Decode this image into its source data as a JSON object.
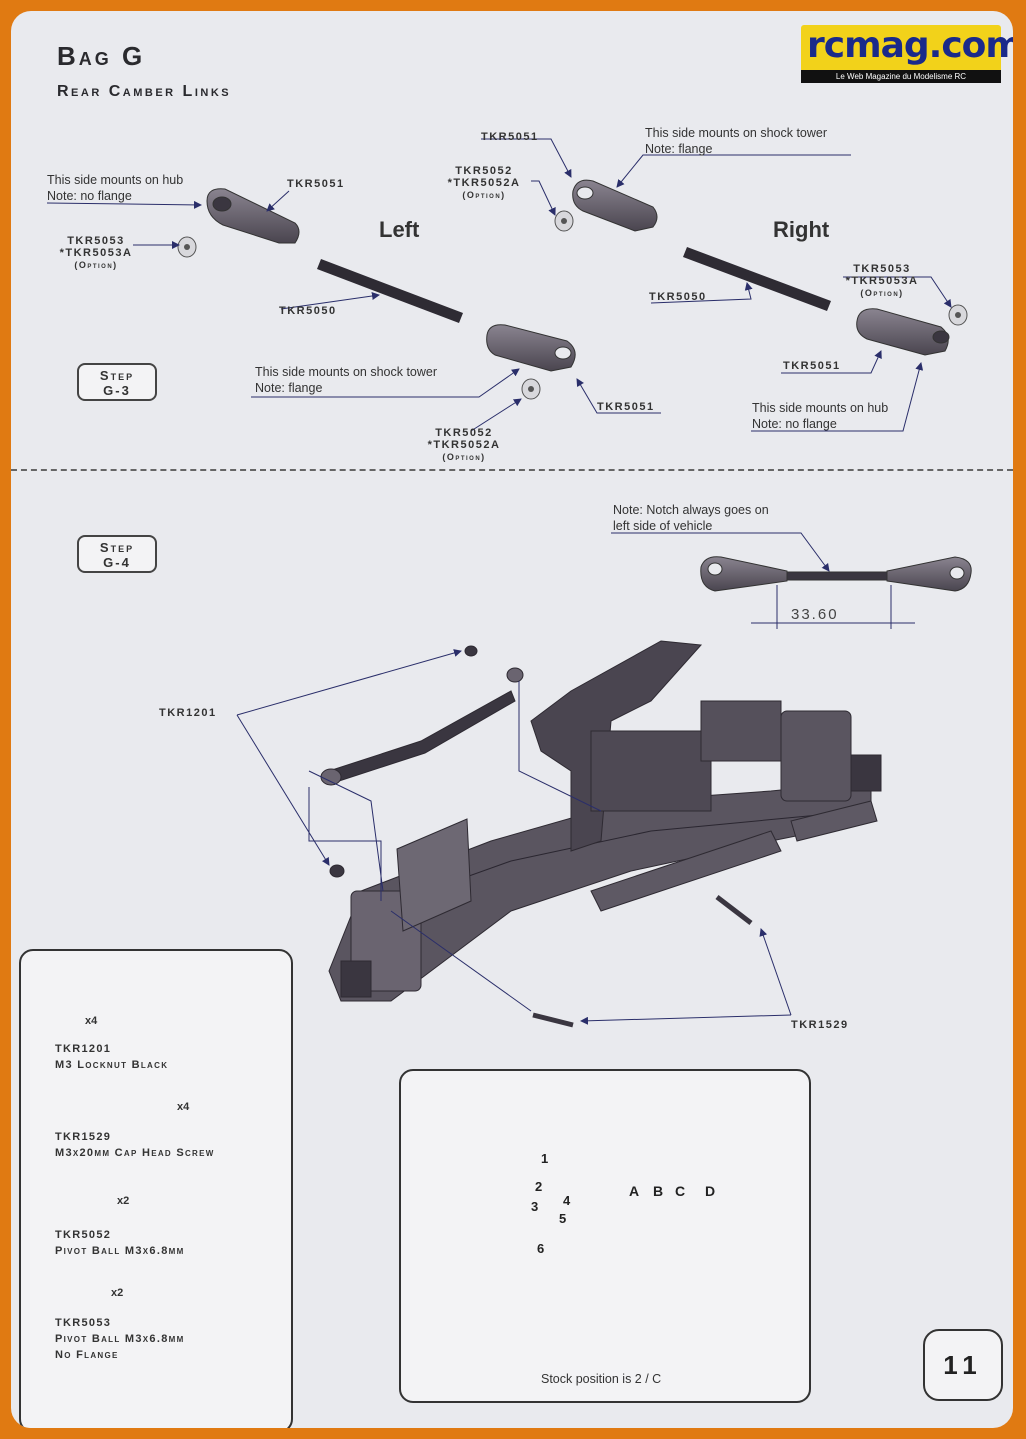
{
  "header": {
    "title": "Bag G",
    "subtitle": "Rear Camber Links",
    "logo_text": "rcmag.com",
    "logo_tagline": "Le Web Magazine du Modelisme RC"
  },
  "step_g3": {
    "step_label": "Step",
    "step_id": "G-3",
    "left_heading": "Left",
    "right_heading": "Right",
    "labels": {
      "tkr5051": "TKR5051",
      "tkr5050": "TKR5050",
      "tkr5052": "TKR5052",
      "tkr5052a": "*TKR5052A",
      "tkr5053": "TKR5053",
      "tkr5053a": "*TKR5053A",
      "option": "(Option)"
    },
    "notes": {
      "hub_line1": "This side mounts on hub",
      "hub_line2": "Note: no flange",
      "tower_line1": "This side mounts on shock tower",
      "tower_line2": "Note: flange"
    }
  },
  "step_g4": {
    "step_label": "Step",
    "step_id": "G-4",
    "notch_line1": "Note: Notch always goes on",
    "notch_line2": "left side of vehicle",
    "dimension": "33.60",
    "label_locknut": "TKR1201",
    "label_screw": "TKR1529"
  },
  "legend": {
    "items": [
      {
        "part": "TKR1201",
        "desc": "M3 Locknut Black",
        "desc2": "",
        "qty": "x4"
      },
      {
        "part": "TKR1529",
        "desc": "M3x20mm Cap Head Screw",
        "desc2": "",
        "qty": "x4"
      },
      {
        "part": "TKR5052",
        "desc": "Pivot Ball M3x6.8mm",
        "desc2": "",
        "qty": "x2"
      },
      {
        "part": "TKR5053",
        "desc": "Pivot Ball M3x6.8mm",
        "desc2": "No Flange",
        "qty": "x2"
      }
    ]
  },
  "inset": {
    "hole_numbers": [
      "1",
      "2",
      "3",
      "4",
      "5",
      "6"
    ],
    "hole_letters": [
      "A",
      "B",
      "C",
      "D"
    ],
    "caption": "Stock position is 2 / C"
  },
  "page_number": "11"
}
